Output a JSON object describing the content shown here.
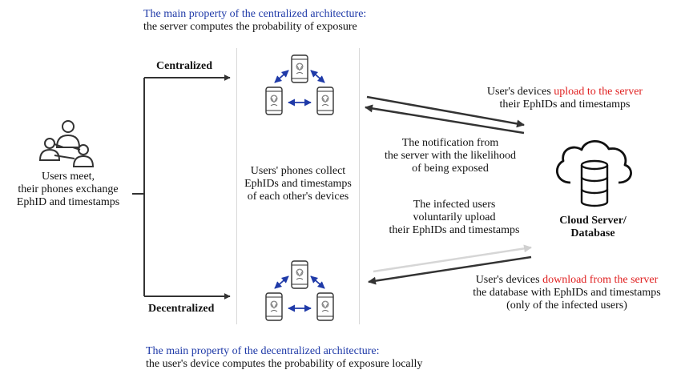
{
  "top_caption": {
    "title": "The main property of the centralized architecture:",
    "subtitle": "the server computes the probability of exposure"
  },
  "bottom_caption": {
    "title": "The main property of the decentralized architecture:",
    "subtitle": "the user's device computes the probability of exposure locally"
  },
  "labels": {
    "centralized": "Centralized",
    "decentralized": "Decentralized"
  },
  "users": {
    "lines": [
      "Users meet,",
      "their phones exchange",
      "EphID and timestamps"
    ]
  },
  "phones_collect": {
    "lines": [
      "Users' phones collect",
      "EphIDs and timestamps",
      "of each other's devices"
    ]
  },
  "upload": {
    "line1_prefix": "User's devices ",
    "line1_highlight": "upload to the server",
    "line2": "their EphIDs and timestamps"
  },
  "notification": {
    "lines": [
      "The notification from",
      "the server with the likelihood",
      "of being exposed"
    ]
  },
  "infected": {
    "lines": [
      "The infected users",
      "voluntarily upload",
      "their EphIDs and timestamps"
    ]
  },
  "cloud": {
    "lines": [
      "Cloud Server/",
      "Database"
    ]
  },
  "download": {
    "line1_prefix": "User's devices ",
    "line1_highlight": "download from the server",
    "line2": "the database with EphIDs and timestamps",
    "line3": "(only of the infected users)"
  },
  "colors": {
    "caption_blue": "#1f3aa8",
    "highlight_red": "#e02020",
    "arrow_blue": "#1f3aa8",
    "line_dark": "#333333"
  }
}
